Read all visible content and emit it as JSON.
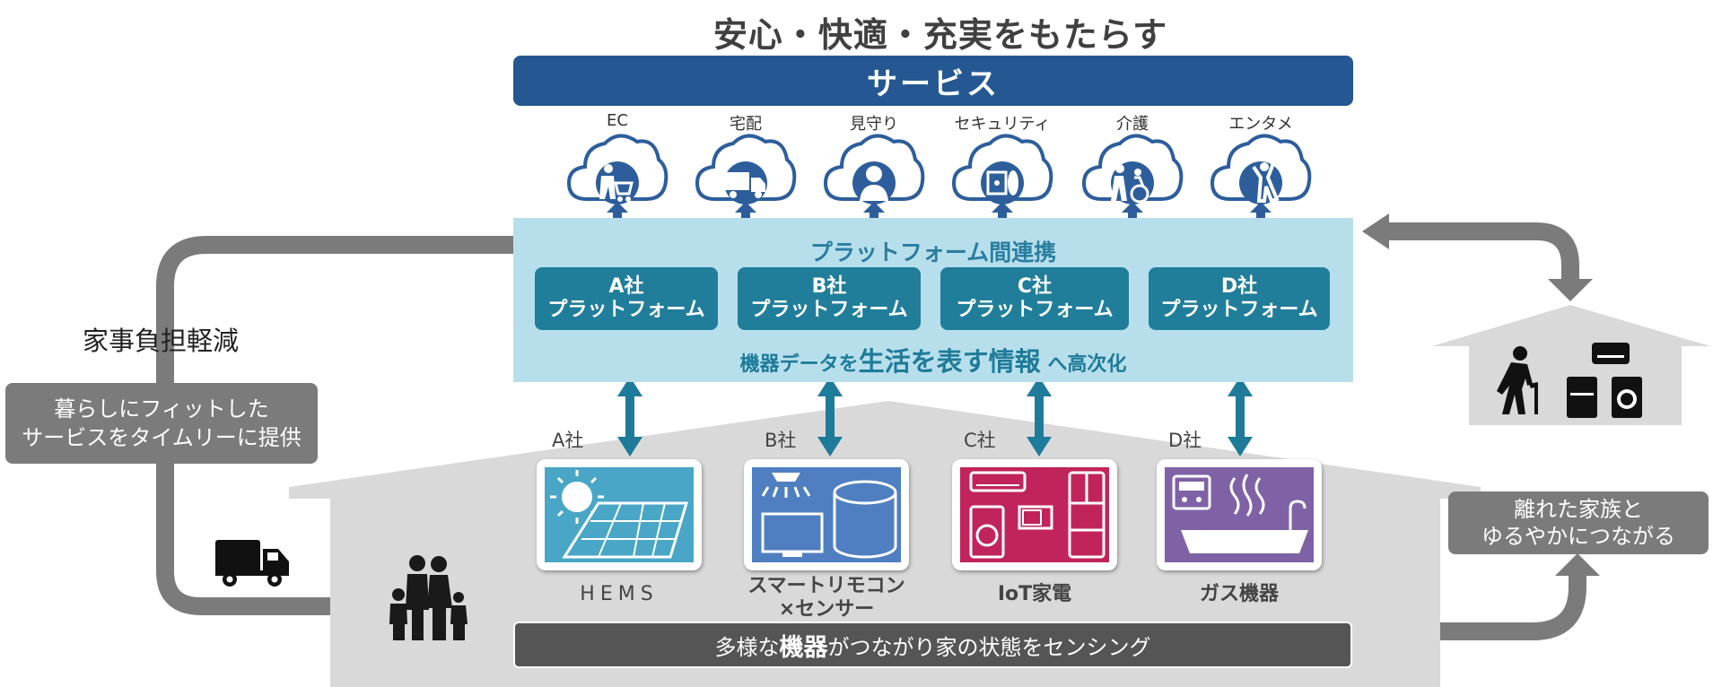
{
  "title": "安心・快適・充実をもたらす",
  "service_label": "サービス",
  "services": [
    {
      "label": "EC",
      "icon": "shopping-cart-icon"
    },
    {
      "label": "宅配",
      "icon": "delivery-truck-icon"
    },
    {
      "label": "見守り",
      "icon": "watcher-person-icon"
    },
    {
      "label": "セキュリティ",
      "icon": "door-lock-icon"
    },
    {
      "label": "介護",
      "icon": "wheelchair-care-icon"
    },
    {
      "label": "エンタメ",
      "icon": "entertainment-dancer-icon"
    }
  ],
  "platform": {
    "title": "プラットフォーム間連携",
    "boxes": [
      {
        "company": "A社",
        "name": "プラットフォーム"
      },
      {
        "company": "B社",
        "name": "プラットフォーム"
      },
      {
        "company": "C社",
        "name": "プラットフォーム"
      },
      {
        "company": "D社",
        "name": "プラットフォーム"
      }
    ],
    "upgrade_prefix": "機器データを",
    "upgrade_emph": "生活を表す情報",
    "upgrade_suffix": " へ高次化"
  },
  "devices": [
    {
      "company": "A社",
      "label": "HEMS"
    },
    {
      "company": "B社",
      "label": "スマートリモコン\n×センサー"
    },
    {
      "company": "C社",
      "label": "IoT家電"
    },
    {
      "company": "D社",
      "label": "ガス機器"
    }
  ],
  "sensing_bar": {
    "prefix": "多様な",
    "emph": "機器",
    "suffix": "がつながり家の状態をセンシング"
  },
  "left": {
    "reduce_label": "家事負担軽減",
    "fit_box": "暮らしにフィットした\nサービスをタイムリーに提供"
  },
  "right": {
    "family_box": "離れた家族と\nゆるやかにつながる"
  },
  "colors": {
    "service_blue": "#255892",
    "platform_bg": "#b7dfeb",
    "platform_box": "#217e9b",
    "arrow_teal": "#1e7b99",
    "gray_box": "#7b7b7b",
    "house_gray": "#d9d9d9",
    "hems_blue": "#4aa6c6",
    "remote_blue": "#4f7fc0",
    "iot_red": "#c0245a",
    "gas_purple": "#7f62a6"
  }
}
